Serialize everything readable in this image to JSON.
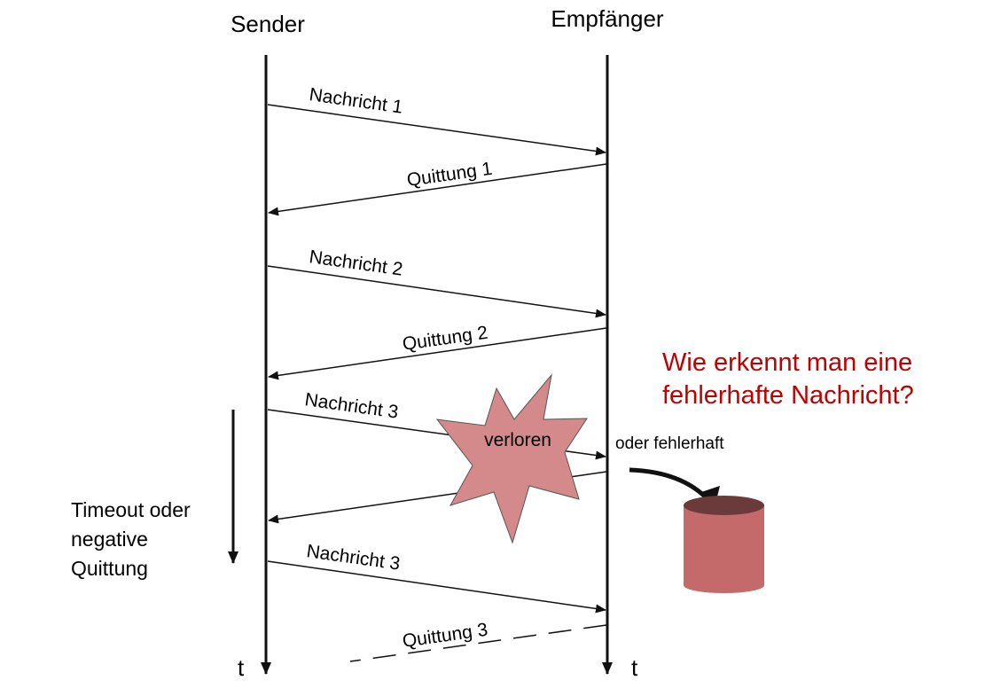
{
  "header": {
    "sender": "Sender",
    "receiver": "Empfänger"
  },
  "time_label": "t",
  "messages": {
    "n1": "Nachricht 1",
    "q1": "Quittung 1",
    "n2": "Nachricht 2",
    "q2": "Quittung 2",
    "n3": "Nachricht 3",
    "n3b": "Nachricht 3",
    "q3": "Quittung 3"
  },
  "lost_label": "verloren",
  "faulty_label": "oder fehlerhaft",
  "timeout_lines": [
    "Timeout oder",
    "negative",
    "Quittung"
  ],
  "question_lines": [
    "Wie erkennt man eine",
    "fehlerhafte Nachricht?"
  ],
  "colors": {
    "question": "#c00000",
    "star": "#d48a8a",
    "cylinder": "#c56a6a",
    "cylinder_top": "#6b3a3a"
  }
}
